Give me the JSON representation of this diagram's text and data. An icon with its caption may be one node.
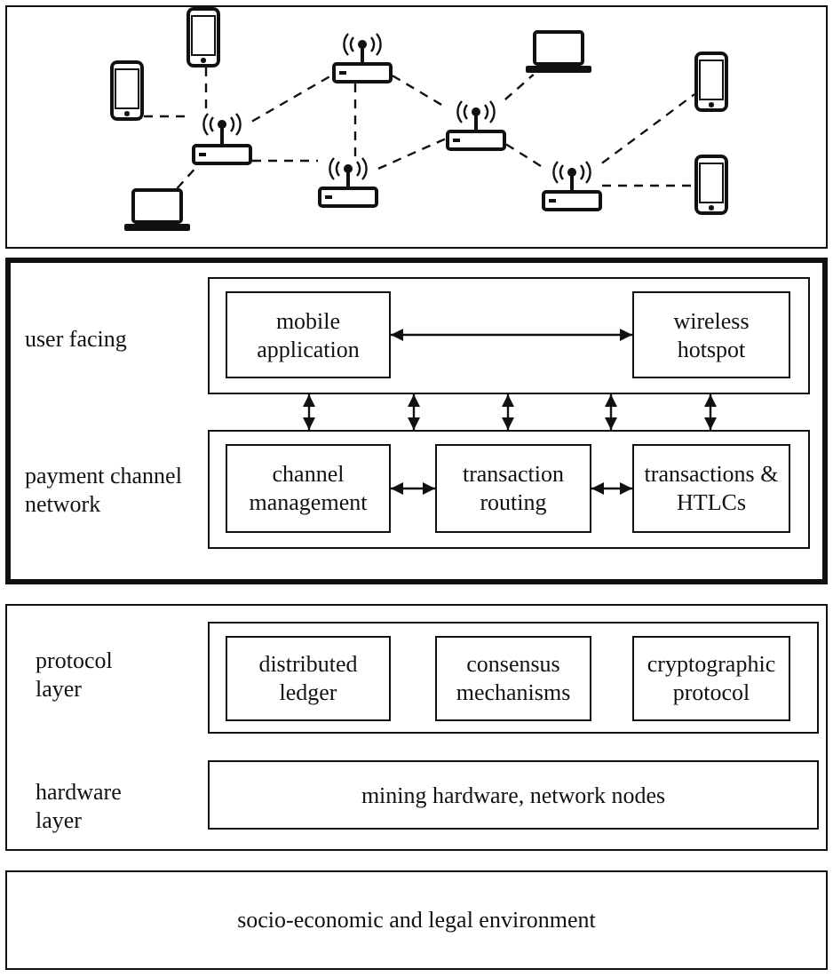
{
  "diagram": {
    "nodes": [
      {
        "text": [],
        "shape": "box"
      },
      {
        "text": [],
        "shape": "phone",
        "in": 0
      },
      {
        "text": [],
        "shape": "laptop",
        "in": 0
      },
      {
        "text": [],
        "shape": "phone",
        "in": 0
      },
      {
        "text": [],
        "shape": "router",
        "in": 0
      },
      {
        "text": [],
        "shape": "router",
        "in": 0
      },
      {
        "text": [],
        "shape": "router",
        "in": 0
      },
      {
        "text": [],
        "shape": "router",
        "in": 0
      },
      {
        "text": [],
        "shape": "laptop",
        "in": 0
      },
      {
        "text": [],
        "shape": "router",
        "in": 0
      },
      {
        "text": [],
        "shape": "phone",
        "in": 0
      },
      {
        "text": [],
        "shape": "phone",
        "in": 0
      },
      {
        "text": [],
        "shape": "box"
      },
      {
        "text": [],
        "shape": "box",
        "in": 12
      },
      {
        "text": [
          "mobile application"
        ],
        "in": 13
      },
      {
        "text": [
          "wireless hotspot"
        ],
        "in": 13
      },
      {
        "text": [],
        "shape": "box",
        "in": 12
      },
      {
        "text": [
          "channel management"
        ],
        "in": 16
      },
      {
        "text": [
          "transaction routing"
        ],
        "in": 16
      },
      {
        "text": [
          "transactions & HTLCs"
        ],
        "in": 16
      },
      {
        "text": [],
        "shape": "box"
      },
      {
        "text": [],
        "shape": "box",
        "in": 20
      },
      {
        "text": [
          "distributed ledger"
        ],
        "in": 21
      },
      {
        "text": [
          "consensus mechanisms"
        ],
        "in": 21
      },
      {
        "text": [
          "cryptographic protocol"
        ],
        "in": 21
      },
      {
        "text": [
          "mining hardware, network nodes"
        ],
        "in": 20
      },
      {
        "text": [
          "socio-economic and legal environment"
        ]
      }
    ],
    "edges": [
      {
        "from": 3,
        "to": 4,
        "arrow": "none",
        "style": "dashed"
      },
      {
        "from": 1,
        "to": 4,
        "arrow": "none",
        "style": "dashed"
      },
      {
        "from": 2,
        "to": 4,
        "arrow": "none",
        "style": "dashed"
      },
      {
        "from": 4,
        "to": 6,
        "arrow": "none",
        "style": "dashed"
      },
      {
        "from": 4,
        "to": 5,
        "arrow": "none",
        "style": "dashed"
      },
      {
        "from": 6,
        "to": 5,
        "arrow": "none",
        "style": "dashed"
      },
      {
        "from": 6,
        "to": 7,
        "arrow": "none",
        "style": "dashed"
      },
      {
        "from": 5,
        "to": 7,
        "arrow": "none",
        "style": "dashed"
      },
      {
        "from": 7,
        "to": 8,
        "arrow": "none",
        "style": "dashed"
      },
      {
        "from": 7,
        "to": 9,
        "arrow": "none",
        "style": "dashed"
      },
      {
        "from": 9,
        "to": 10,
        "arrow": "none",
        "style": "dashed"
      },
      {
        "from": 9,
        "to": 11,
        "arrow": "none",
        "style": "dashed"
      },
      {
        "from": 14,
        "to": 15,
        "arrow": "both"
      },
      {
        "from": 13,
        "to": 16,
        "arrow": "both"
      },
      {
        "from": 13,
        "to": 16,
        "arrow": "both"
      },
      {
        "from": 13,
        "to": 16,
        "arrow": "both"
      },
      {
        "from": 13,
        "to": 16,
        "arrow": "both"
      },
      {
        "from": 13,
        "to": 16,
        "arrow": "both"
      },
      {
        "from": 17,
        "to": 18,
        "arrow": "both"
      },
      {
        "from": 18,
        "to": 19,
        "arrow": "both"
      }
    ],
    "labels": [
      "user facing",
      "payment channel network",
      "protocol layer",
      "hardware layer"
    ]
  }
}
